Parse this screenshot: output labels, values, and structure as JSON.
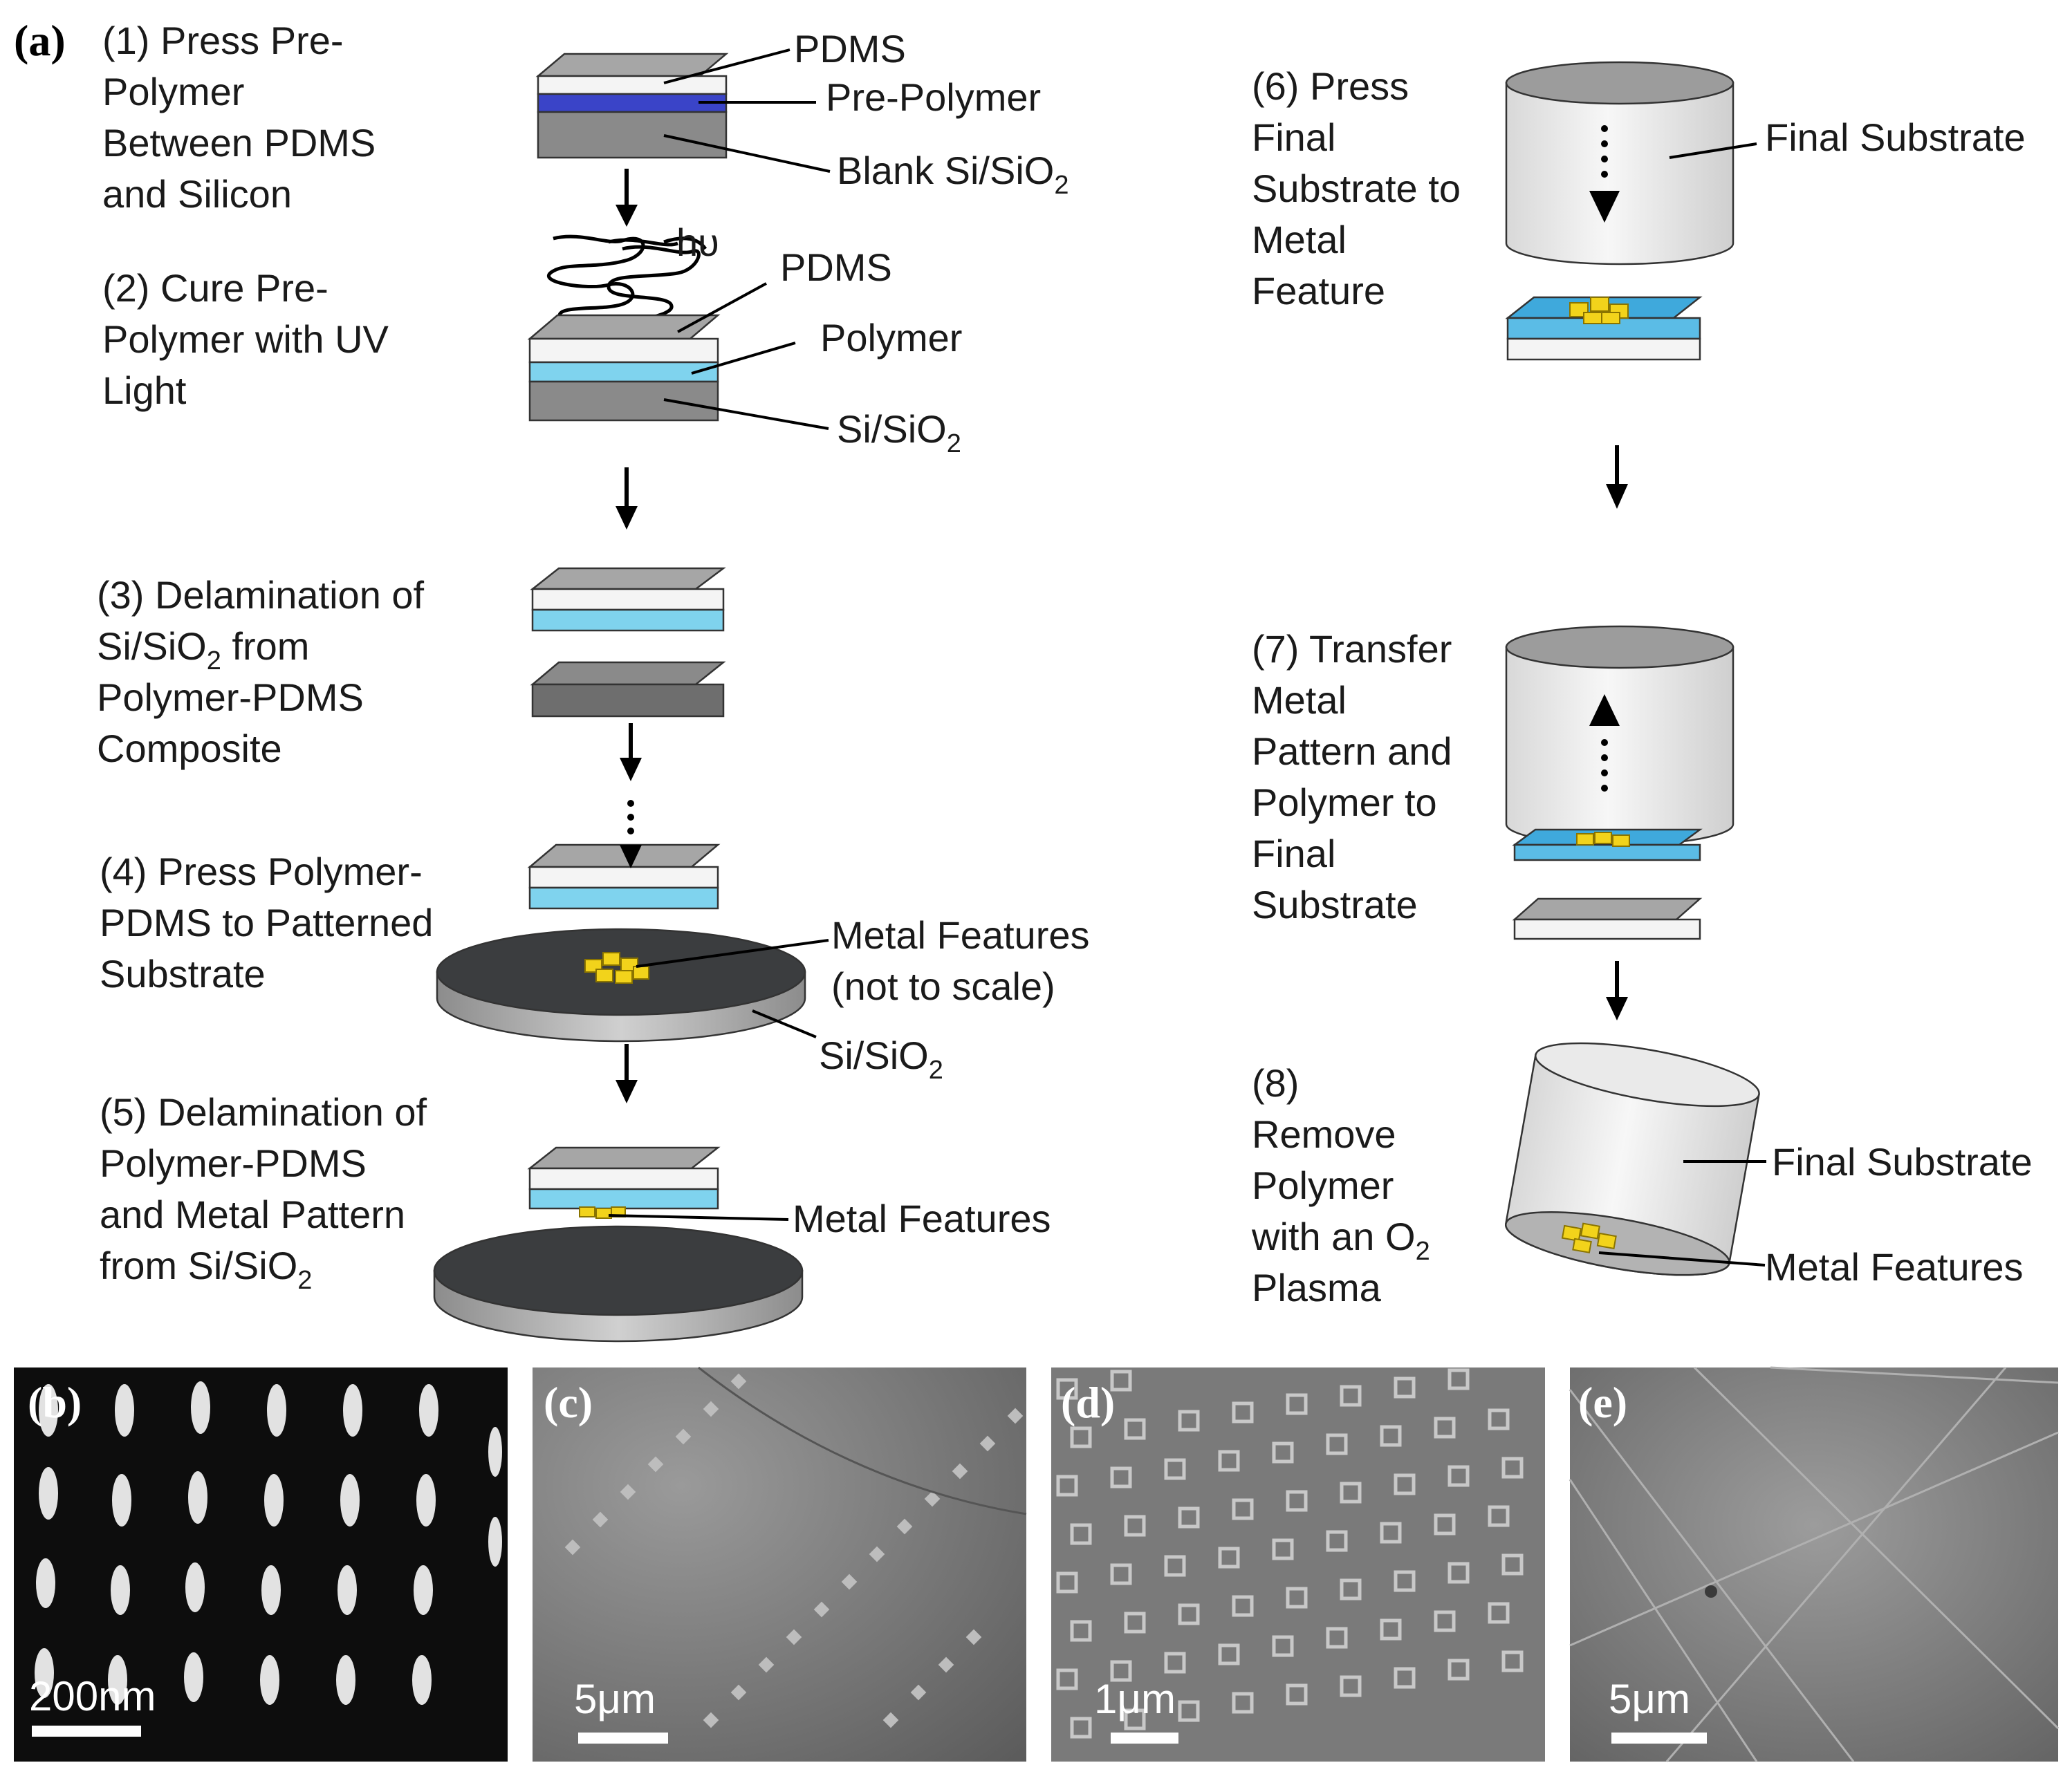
{
  "panel_a": {
    "letter": "(a)",
    "steps": {
      "s1": [
        "(1) Press Pre-",
        "Polymer",
        "Between PDMS",
        "and Silicon"
      ],
      "s2": [
        "(2) Cure Pre-",
        "Polymer with UV",
        "Light"
      ],
      "s3": [
        "(3) Delamination of",
        "Si/SiO",
        "2",
        " from",
        "Polymer-PDMS",
        "Composite"
      ],
      "s4": [
        "(4) Press Polymer-",
        "PDMS to Patterned",
        "Substrate"
      ],
      "s5": [
        "(5) Delamination of",
        "Polymer-PDMS",
        "and Metal Pattern",
        "from Si/SiO",
        "2"
      ],
      "s6": [
        "(6) Press",
        "Final",
        "Substrate to",
        "Metal",
        "Feature"
      ],
      "s7": [
        "(7) Transfer",
        "Metal",
        "Pattern and",
        "Polymer to",
        "Final",
        "Substrate"
      ],
      "s8": [
        "(8)",
        "Remove",
        "Polymer",
        "with an O",
        "2",
        "Plasma"
      ]
    },
    "labels": {
      "pdms_1": "PDMS",
      "prepolymer": "Pre-Polymer",
      "blank_si": "Blank Si/SiO",
      "hv": "hυ",
      "pdms_2": "PDMS",
      "polymer": "Polymer",
      "si_2": "Si/SiO",
      "metal_features_1": "Metal Features",
      "not_to_scale": "(not to scale)",
      "si_4": "Si/SiO",
      "metal_features_2": "Metal Features",
      "final_substrate_6": "Final Substrate",
      "final_substrate_8": "Final Substrate",
      "metal_features_8": "Metal Features",
      "subscript_2": "2"
    }
  },
  "micrographs": [
    {
      "letter": "(b)",
      "scale_label": "200nm"
    },
    {
      "letter": "(c)",
      "scale_label": "5μm"
    },
    {
      "letter": "(d)",
      "scale_label": "1μm"
    },
    {
      "letter": "(e)",
      "scale_label": "5μm"
    }
  ],
  "colors": {
    "pdms": "#9a9a9a",
    "pdms_top": "#bcbcbc",
    "prepolymer": "#3a44c8",
    "polymer": "#7fd3ee",
    "silicon": "#7a7a7a",
    "wafer": "#3b3d3f",
    "metal": "#f2d31b",
    "cylinder": "#eeeeee"
  }
}
